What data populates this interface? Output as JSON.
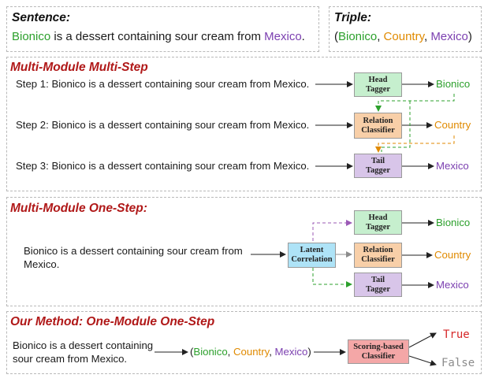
{
  "sentence_panel": {
    "title": "Sentence:",
    "text": {
      "head": "Bionico",
      "mid": " is a dessert containing sour cream from ",
      "tail": "Mexico",
      "end": "."
    }
  },
  "triple_panel": {
    "title": "Triple:",
    "open": "(",
    "head": "Bionico",
    "sep1": ", ",
    "relation": "Country",
    "sep2": ", ",
    "tail": "Mexico",
    "close": ")"
  },
  "mmms": {
    "title": "Multi-Module Multi-Step",
    "steps": [
      "Step 1: Bionico is a dessert containing sour cream from Mexico.",
      "Step 2: Bionico is a dessert containing sour cream from Mexico.",
      "Step 3: Bionico is a dessert containing sour cream from Mexico."
    ],
    "head_tagger": "Head\nTagger",
    "relation_classifier": "Relation\nClassifier",
    "tail_tagger": "Tail\nTagger",
    "out_head": "Bionico",
    "out_rel": "Country",
    "out_tail": "Mexico"
  },
  "mmos": {
    "title": "Multi-Module One-Step:",
    "sentence_l1": "Bionico is a dessert containing sour cream from",
    "sentence_l2": "Mexico.",
    "latent": "Latent\nCorrelation",
    "head_tagger": "Head\nTagger",
    "relation_classifier": "Relation\nClassifier",
    "tail_tagger": "Tail\nTagger",
    "out_head": "Bionico",
    "out_rel": "Country",
    "out_tail": "Mexico"
  },
  "ours": {
    "title": "Our Method: One-Module One-Step",
    "sentence_l1": "Bionico is a dessert containing",
    "sentence_l2": "sour cream from Mexico.",
    "triple": {
      "open": "(",
      "head": "Bionico",
      "sep1": ", ",
      "relation": "Country",
      "sep2": ", ",
      "tail": "Mexico",
      "close": ")"
    },
    "scorer": "Scoring-based\nClassifier",
    "true_label": "True",
    "false_label": "False"
  },
  "colors": {
    "head": "#2ca02c",
    "relation": "#e08a00",
    "tail": "#7b3fb0",
    "title_red": "#b01818",
    "true": "#d62728",
    "false": "#8c8c8c"
  }
}
